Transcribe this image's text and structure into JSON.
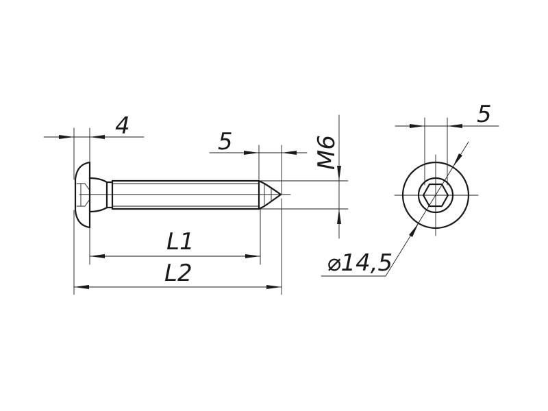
{
  "labels": {
    "head_height": "4",
    "tip_length": "5",
    "thread": "M6",
    "hex_socket": "5",
    "head_diameter": "⌀14,5",
    "l1": "L1",
    "l2": "L2"
  }
}
